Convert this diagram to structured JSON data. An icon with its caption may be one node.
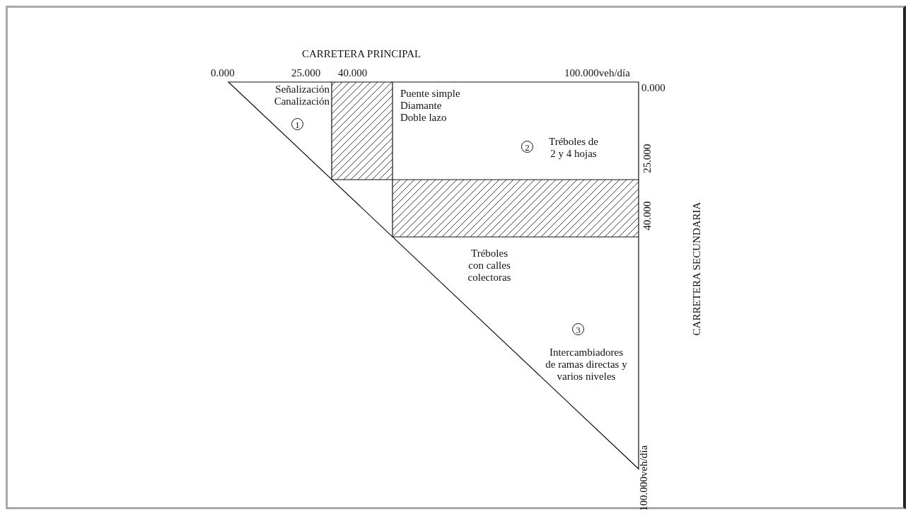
{
  "diagram": {
    "labels": [
      "CARRETERA PRINCIPAL",
      "0.000",
      "25.000",
      "40.000",
      "100.000veh/día",
      "0.000",
      "Señalización Canalización",
      "1",
      "Puente simple Diamante Doble lazo",
      "2",
      "Tréboles de 2 y 4 hojas",
      "25.000",
      "40.000",
      "CARRETERA SECUNDARIA",
      "Tréboles con calles colectoras",
      "3",
      "Intercambiadores de ramas directas y varios niveles",
      "100.000veh/día"
    ]
  }
}
